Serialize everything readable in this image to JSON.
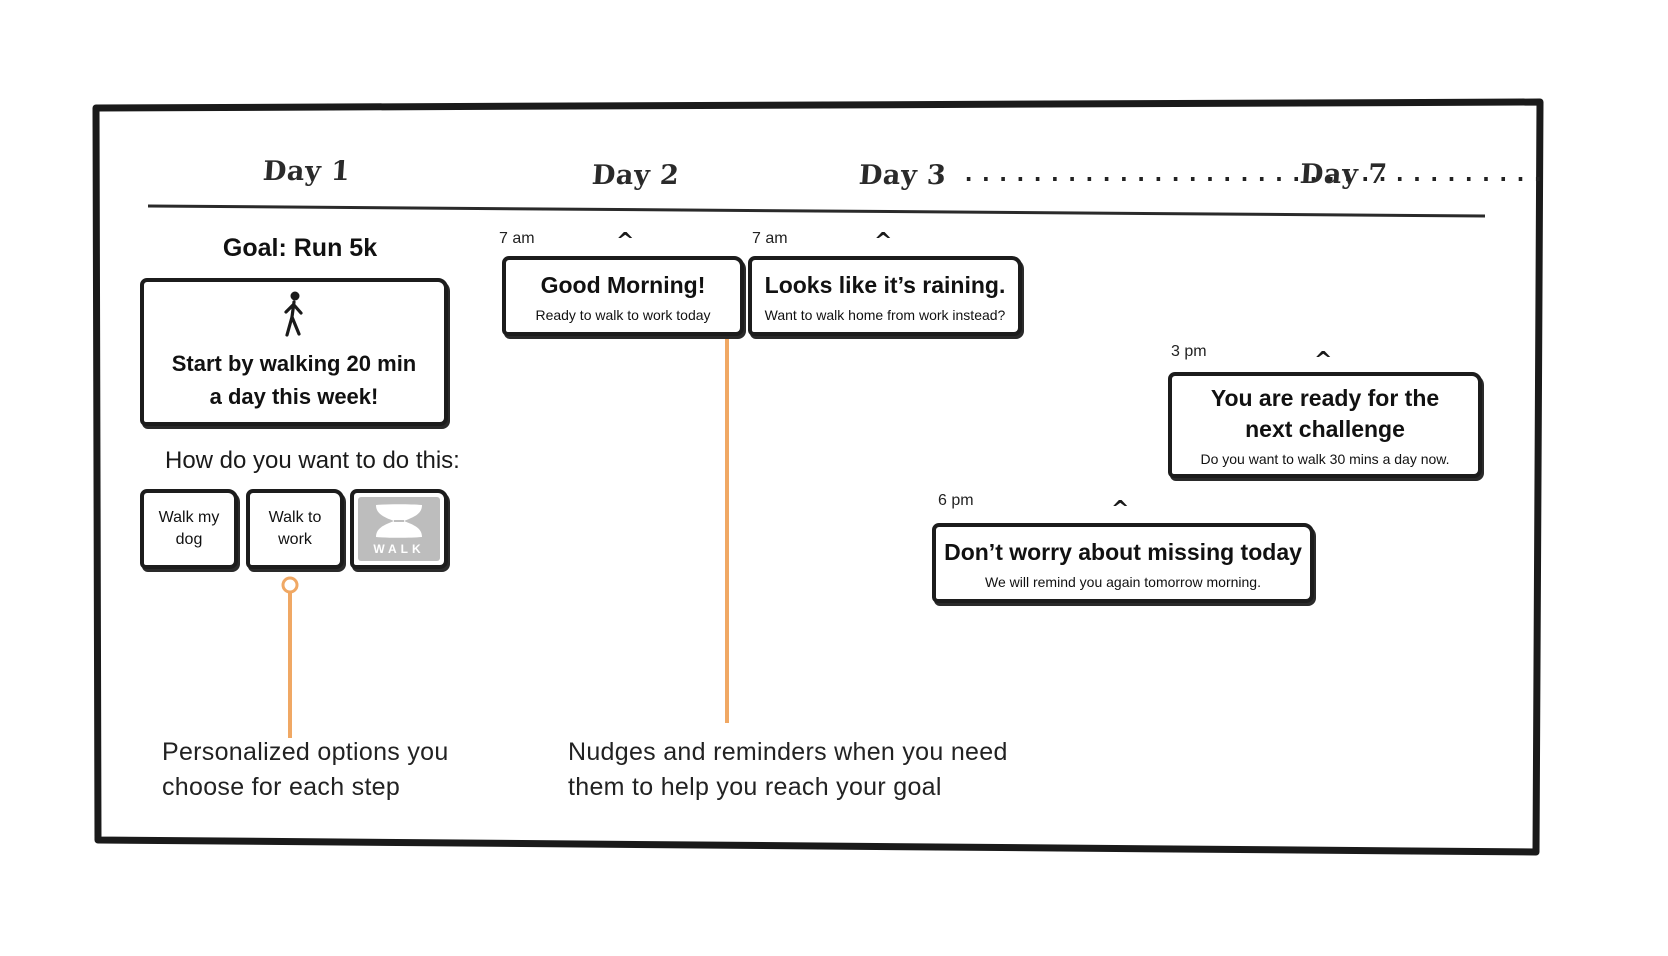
{
  "timeline": {
    "days": [
      {
        "label": "Day 1"
      },
      {
        "label": "Day 2"
      },
      {
        "label": "Day 3"
      },
      {
        "label": "Day 7"
      }
    ],
    "ellipsis": ".................................."
  },
  "goal": {
    "title": "Goal: Run 5k",
    "step_text": "Start by walking  20 min\na day this week!",
    "step_icon": "walking-person-icon",
    "prompt": "How do you want to do this:",
    "options": [
      {
        "label": "Walk my\ndog"
      },
      {
        "label": "Walk to\nwork"
      },
      {
        "label": "WALK",
        "icon": "under-armour-logo-icon"
      }
    ]
  },
  "notifications": [
    {
      "time": "7 am",
      "title": "Good Morning!",
      "subtitle": "Ready to walk to work today"
    },
    {
      "time": "7 am",
      "title": "Looks like it’s raining.",
      "subtitle": "Want to walk home from work instead?"
    },
    {
      "time": "3 pm",
      "title": "You are ready for the\nnext challenge",
      "subtitle": "Do you want to walk 30 mins a day now."
    },
    {
      "time": "6 pm",
      "title": "Don’t worry about missing today",
      "subtitle": "We will remind you again tomorrow morning."
    }
  ],
  "annotations": [
    {
      "text": "Personalized options you\nchoose for each step"
    },
    {
      "text": "Nudges and reminders when you need\nthem to help you reach your goal"
    }
  ],
  "colors": {
    "accent": "#f0a864",
    "ink": "#1c1c1c",
    "logo_gray": "#bdbdbd"
  }
}
